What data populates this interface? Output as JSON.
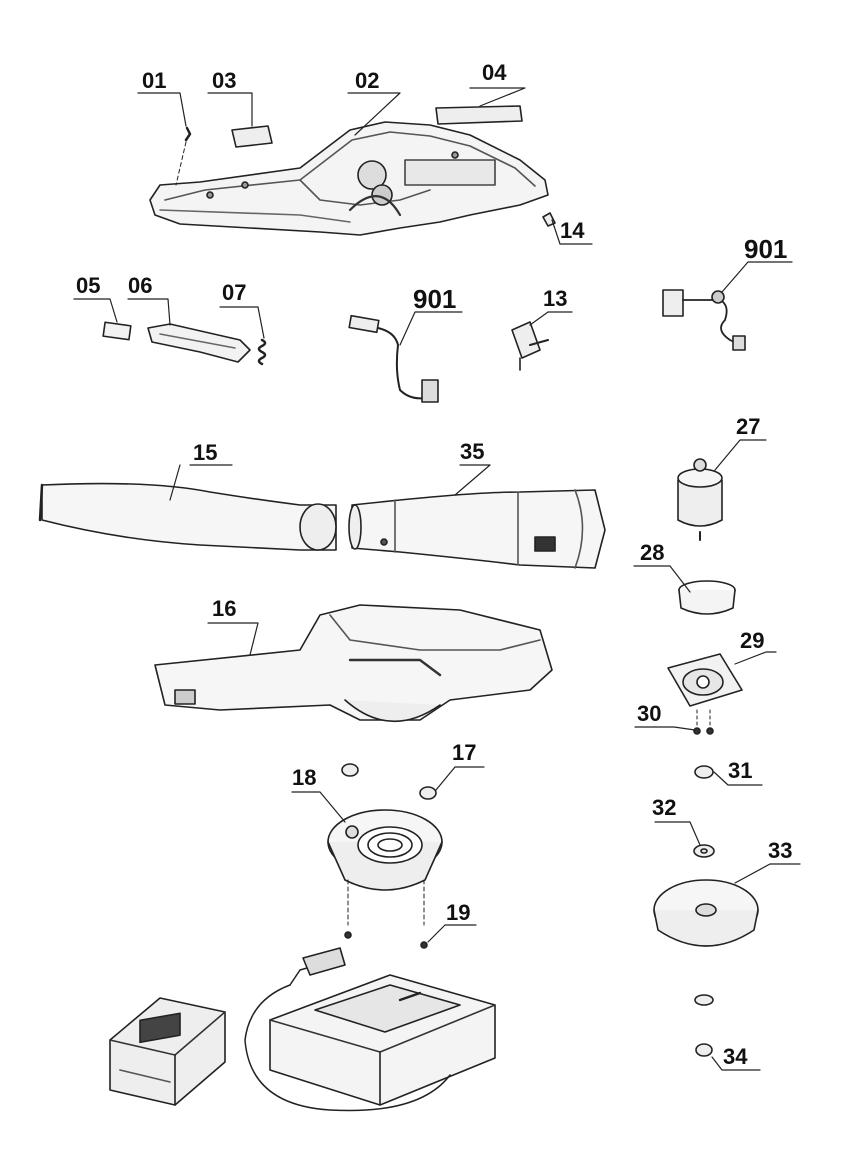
{
  "diagram": {
    "parts": [
      {
        "id": "p01",
        "label": "01"
      },
      {
        "id": "p03",
        "label": "03"
      },
      {
        "id": "p02",
        "label": "02"
      },
      {
        "id": "p04",
        "label": "04"
      },
      {
        "id": "p14",
        "label": "14"
      },
      {
        "id": "p05",
        "label": "05"
      },
      {
        "id": "p06",
        "label": "06"
      },
      {
        "id": "p07",
        "label": "07"
      },
      {
        "id": "p901a",
        "label": "901"
      },
      {
        "id": "p13",
        "label": "13"
      },
      {
        "id": "p901b",
        "label": "901"
      },
      {
        "id": "p15",
        "label": "15"
      },
      {
        "id": "p35",
        "label": "35"
      },
      {
        "id": "p27",
        "label": "27"
      },
      {
        "id": "p28",
        "label": "28"
      },
      {
        "id": "p16",
        "label": "16"
      },
      {
        "id": "p29",
        "label": "29"
      },
      {
        "id": "p30",
        "label": "30"
      },
      {
        "id": "p31",
        "label": "31"
      },
      {
        "id": "p18",
        "label": "18"
      },
      {
        "id": "p17",
        "label": "17"
      },
      {
        "id": "p32",
        "label": "32"
      },
      {
        "id": "p33",
        "label": "33"
      },
      {
        "id": "p19",
        "label": "19"
      },
      {
        "id": "p34",
        "label": "34"
      }
    ]
  }
}
